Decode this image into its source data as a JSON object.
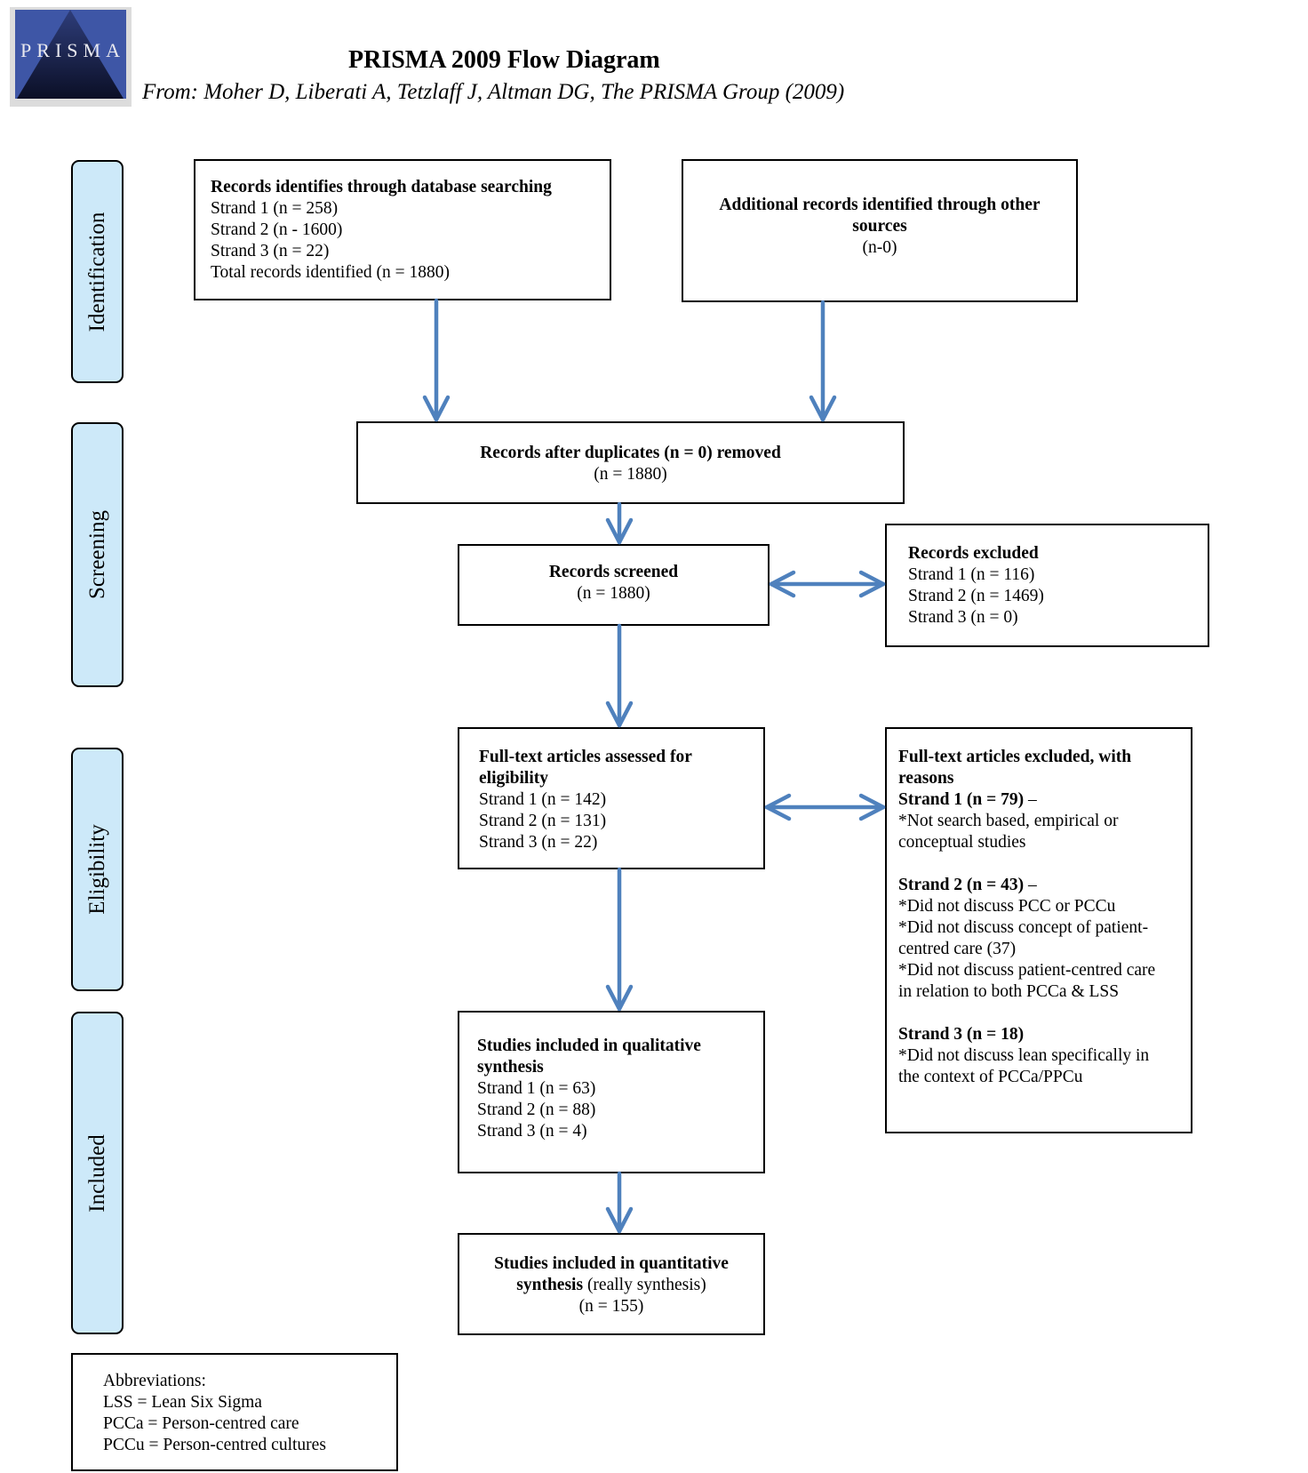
{
  "logo": {
    "text": "PRISMA"
  },
  "header": {
    "title": "PRISMA 2009 Flow Diagram",
    "subtitle": "From: Moher D, Liberati A, Tetzlaff J, Altman DG, The PRISMA Group (2009)"
  },
  "stages": {
    "identification": "Identification",
    "screening": "Screening",
    "eligibility": "Eligibility",
    "included": "Included"
  },
  "boxes": {
    "database": {
      "title": "Records identifies through database searching",
      "lines": [
        "Strand 1 (n = 258)",
        "Strand 2 (n - 1600)",
        "Strand 3 (n = 22)",
        "Total records identified (n = 1880)"
      ]
    },
    "other_sources": {
      "title_line1": "Additional records identified through other",
      "title_line2": "sources",
      "count": "(n-0)"
    },
    "duplicates": {
      "title": "Records after duplicates (n = 0) removed",
      "count": "(n = 1880)"
    },
    "screened": {
      "title": "Records screened",
      "count": "(n = 1880)"
    },
    "excluded": {
      "title": "Records excluded",
      "lines": [
        "Strand 1 (n = 116)",
        "Strand 2 (n = 1469)",
        "Strand 3 (n = 0)"
      ]
    },
    "fulltext": {
      "title_line1": "Full-text articles assessed for",
      "title_line2": "eligibility",
      "lines": [
        "Strand 1 (n = 142)",
        "Strand 2 (n = 131)",
        "Strand 3 (n = 22)"
      ]
    },
    "fulltext_excluded": {
      "title_line1": "Full-text articles excluded, with",
      "title_line2": "reasons",
      "strand1_head": "Strand 1 (n = 79)",
      "strand1_dash": " –",
      "strand1_lines": [
        "*Not search based, empirical or",
        "conceptual studies"
      ],
      "strand2_head": "Strand 2 (n = 43)",
      "strand2_dash": " –",
      "strand2_lines": [
        "*Did not discuss PCC or PCCu",
        "*Did not discuss concept of patient-",
        "centred care (37)",
        "*Did not discuss patient-centred care",
        "in relation to both PCCa & LSS"
      ],
      "strand3_head": "Strand 3 (n = 18)",
      "strand3_lines": [
        "*Did not discuss lean specifically in",
        "the context of PCCa/PPCu"
      ]
    },
    "qualitative": {
      "title_line1": "Studies included in qualitative",
      "title_line2": "synthesis",
      "lines": [
        "Strand 1 (n = 63)",
        "Strand 2 (n = 88)",
        "Strand 3 (n = 4)"
      ]
    },
    "quantitative": {
      "title_line1": "Studies included in quantitative",
      "title_bold2": "synthesis",
      "title_normal2": " (really synthesis)",
      "count": "(n = 155)"
    },
    "abbreviations": {
      "title": "Abbreviations:",
      "lines": [
        "LSS = Lean Six Sigma",
        "PCCa = Person-centred care",
        "PCCu = Person-centred cultures"
      ]
    }
  },
  "colors": {
    "stage_fill": "#cde9f9",
    "arrow": "#4f81bd"
  }
}
